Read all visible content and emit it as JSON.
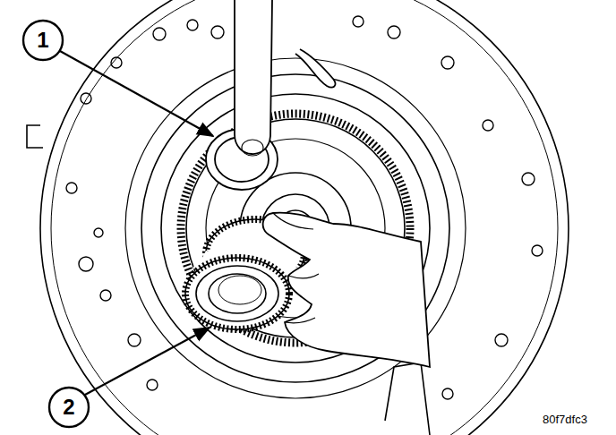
{
  "diagram": {
    "labels": [
      "1",
      "2",
      "80f7dfc3"
    ]
  }
}
